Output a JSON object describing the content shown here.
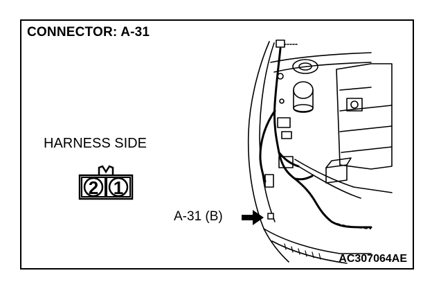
{
  "diagram": {
    "title": "CONNECTOR: A-31",
    "side_label": "HARNESS SIDE",
    "connector": {
      "pins": [
        "2",
        "1"
      ]
    },
    "callout": {
      "label": "A-31 (B)",
      "arrow_icon": "right-arrow-icon"
    },
    "figure_code": "AC307064AE",
    "colors": {
      "line": "#000000",
      "background": "#ffffff"
    }
  }
}
